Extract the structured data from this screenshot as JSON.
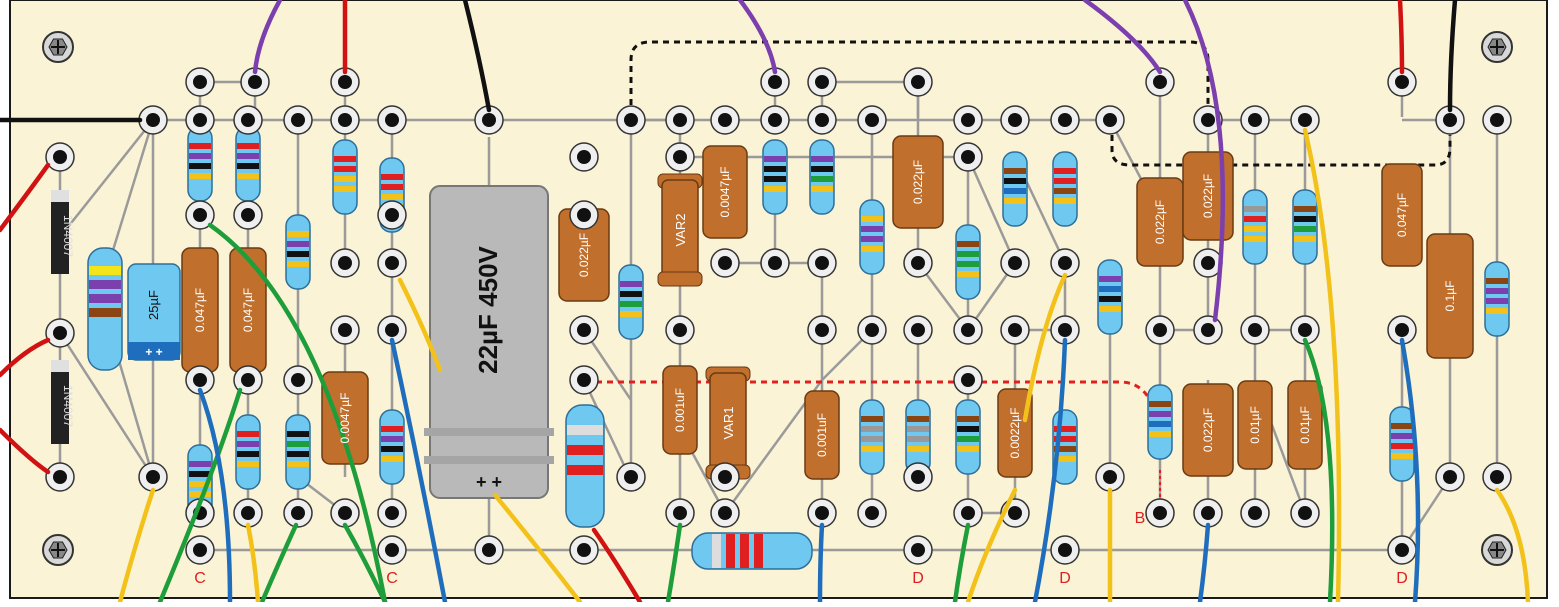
{
  "colors": {
    "board": "#fbf3d6",
    "border": "#1a1a1a",
    "trace": "#9a9a9a",
    "film_cap": "#c06f2c",
    "elko": "#b9b9b9",
    "wire_black": "#111111",
    "wire_red": "#d11212",
    "wire_purple": "#7b3fae",
    "wire_green": "#1e9e3a",
    "wire_blue": "#1f6ebd",
    "wire_yellow": "#f3c21a",
    "mark_red": "#e02020"
  },
  "big_cap": {
    "label": "22µF 450V",
    "polarity": "+ +"
  },
  "small_cap": {
    "label": "25µF",
    "polarity": "+ +"
  },
  "diodes": [
    "1N4007",
    "1N4007"
  ],
  "pots": [
    "VAR2",
    "VAR1"
  ],
  "film_caps": [
    "0.047µF",
    "0.047µF",
    "0.0047µF",
    "0.022µF",
    "0.0047µF",
    "0.001uF",
    "0.001uF",
    "0.022µF",
    "0.0022µF",
    "0.022µF",
    "0.022µF",
    "0.022µF",
    "0.01µF",
    "0.01µF",
    "0.047µF",
    "0.1µF"
  ],
  "ground_labels": [
    "C",
    "C",
    "D",
    "D",
    "B",
    "D"
  ],
  "icons": [
    "screw-icon",
    "turret-lug-icon"
  ]
}
